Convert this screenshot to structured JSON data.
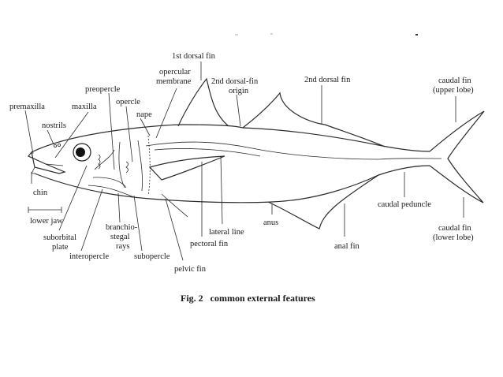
{
  "labels": {
    "first_dorsal_fin": "1st dorsal fin",
    "opercular_membrane_1": "opercular",
    "opercular_membrane_2": "membrane",
    "preopercle": "preopercle",
    "second_dorsal_origin_1": "2nd dorsal-fin",
    "second_dorsal_origin_2": "origin",
    "second_dorsal_fin": "2nd dorsal fin",
    "caudal_upper_1": "caudal fin",
    "caudal_upper_2": "(upper lobe)",
    "premaxilla": "premaxilla",
    "maxilla": "maxilla",
    "opercle": "opercle",
    "nape": "nape",
    "nostrils": "nostrils",
    "chin": "chin",
    "lower_jaw": "lower jaw",
    "suborbital_1": "suborbital",
    "suborbital_2": "plate",
    "branchio_1": "branchio-",
    "branchio_2": "stegal",
    "branchio_3": "rays",
    "interopercle": "interopercle",
    "subopercle": "subopercle",
    "pelvic_fin": "pelvic fin",
    "pectoral_fin": "pectoral fin",
    "lateral_line": "lateral line",
    "anus": "anus",
    "anal_fin": "anal fin",
    "caudal_peduncle": "caudal peduncle",
    "caudal_lower_1": "caudal fin",
    "caudal_lower_2": "(lower lobe)"
  },
  "caption": "Fig. 2   common external features"
}
